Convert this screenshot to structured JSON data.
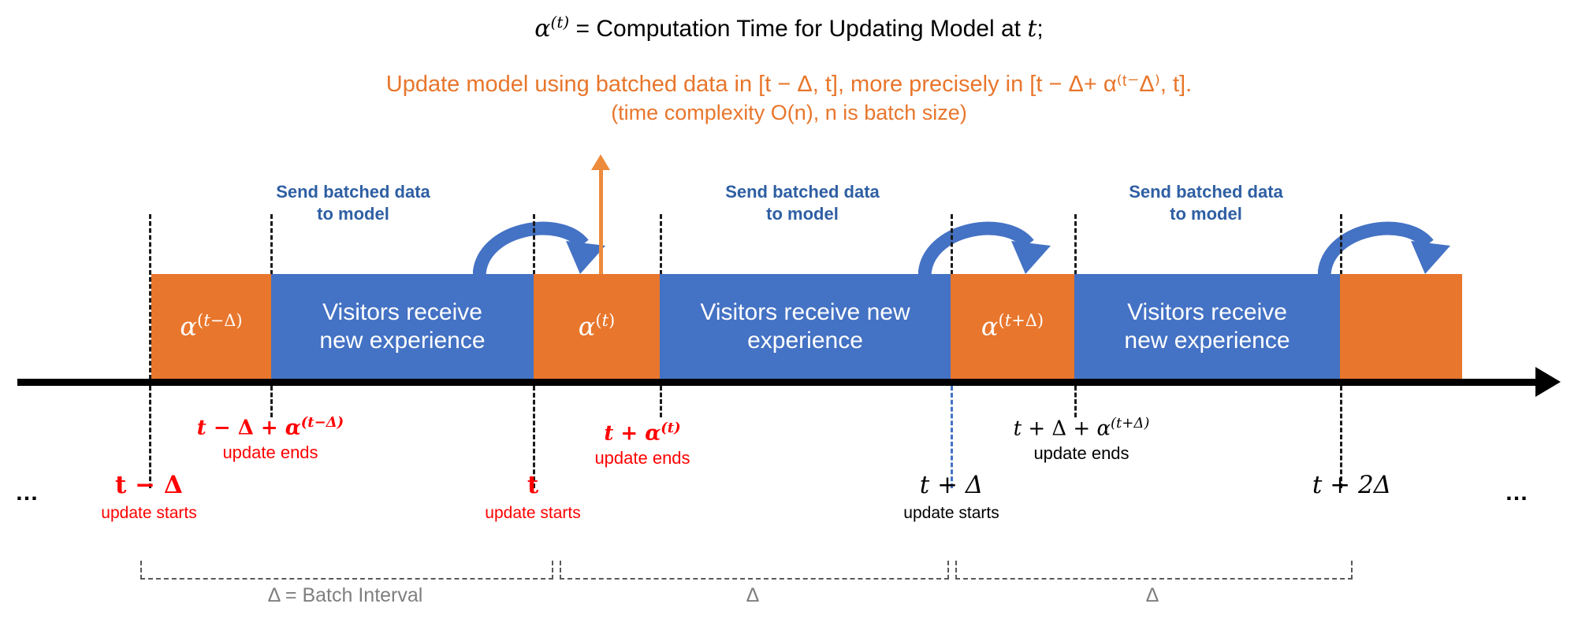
{
  "header": {
    "definition": "α⁽ᵗ⁾ = Computation Time for Updating Model at t;",
    "definition_parts": {
      "alpha": "α",
      "sup": "(t)",
      "rest": "= Computation Time for Updating Model at ",
      "var": "t",
      "semicolon": ";"
    },
    "update_note_line1": "Update model using batched data in [t − Δ, t], more precisely in [t − Δ+ α⁽ᵗ⁻Δ⁾, t].",
    "update_note_line2": "(time complexity O(n), n is batch size)",
    "update_note_color": "#E8762C"
  },
  "colors": {
    "orange": "#E8762C",
    "orange_arrow": "#ED8B3C",
    "blue": "#4472C4",
    "blue_text": "#2E5FA3",
    "red": "#FF0000",
    "gray": "#7F7F7F",
    "axis": "#000000"
  },
  "timeline": {
    "blocks": [
      {
        "kind": "compute",
        "label": "α",
        "sup": "(t−Δ)",
        "color": "#E8762C"
      },
      {
        "kind": "serve",
        "label": "Visitors receive new experience",
        "color": "#4472C4"
      },
      {
        "kind": "compute",
        "label": "α",
        "sup": "(t)",
        "color": "#E8762C"
      },
      {
        "kind": "serve",
        "label": "Visitors receive new experience",
        "color": "#4472C4"
      },
      {
        "kind": "compute",
        "label": "α",
        "sup": "(t+Δ)",
        "color": "#E8762C"
      },
      {
        "kind": "serve",
        "label": "Visitors receive new experience",
        "color": "#4472C4"
      },
      {
        "kind": "compute",
        "label": "",
        "sup": "",
        "color": "#E8762C"
      }
    ],
    "serve_label_line1": "Visitors receive",
    "serve_label_line2": "new experience"
  },
  "send_captions": [
    {
      "line1": "Send batched data",
      "line2": "to model"
    },
    {
      "line1": "Send batched data",
      "line2": "to model"
    },
    {
      "line1": "Send batched data",
      "line2": "to model"
    }
  ],
  "update_end_annotations": [
    {
      "eq": "t − Δ + α",
      "sup": "(t−Δ)",
      "sub": "update ends",
      "color": "#FF0000",
      "bold": true
    },
    {
      "eq": "t + α",
      "sup": "(t)",
      "sub": "update ends",
      "color": "#FF0000",
      "bold": true
    },
    {
      "eq": "t + Δ + α",
      "sup": "(t+Δ)",
      "sub": "update ends",
      "color": "#000000",
      "bold": false
    }
  ],
  "ticks": [
    {
      "label": "…",
      "sub": "",
      "color": "#000000",
      "bold": false,
      "ellipsis": true
    },
    {
      "label": "t − Δ",
      "sub": "update starts",
      "color": "#FF0000",
      "bold": true,
      "ellipsis": false
    },
    {
      "label": "t",
      "sub": "update starts",
      "color": "#FF0000",
      "bold": true,
      "ellipsis": false
    },
    {
      "label": "t + Δ",
      "sub": "update starts",
      "color": "#000000",
      "bold": false,
      "ellipsis": false
    },
    {
      "label": "t + 2Δ",
      "sub": "",
      "color": "#000000",
      "bold": false,
      "ellipsis": false
    },
    {
      "label": "…",
      "sub": "",
      "color": "#000000",
      "bold": false,
      "ellipsis": true
    }
  ],
  "brackets": [
    {
      "label": "Δ = Batch Interval"
    },
    {
      "label": "Δ"
    },
    {
      "label": "Δ"
    }
  ]
}
